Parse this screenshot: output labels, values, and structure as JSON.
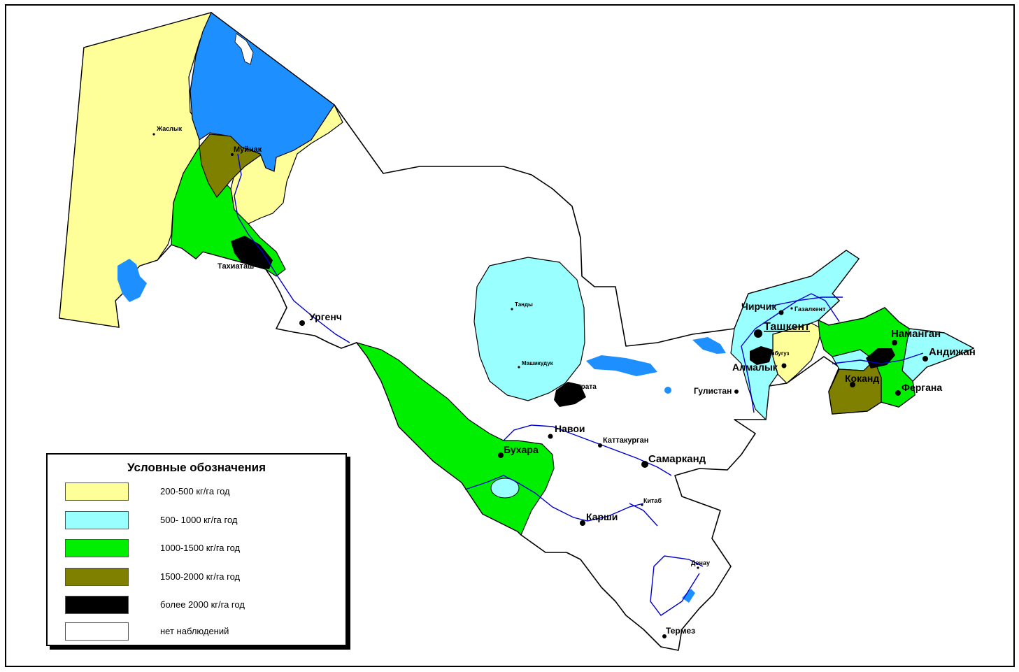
{
  "colors": {
    "c200_500": "#ffff99",
    "c500_1000": "#99ffff",
    "c1000_1500": "#00ee00",
    "c1500_2000": "#808000",
    "c_over2000": "#000000",
    "c_none": "#ffffff",
    "water": "#1e8fff",
    "river": "#0000cc"
  },
  "legend": {
    "title": "Условные обозначения",
    "items": [
      {
        "label": "200-500 кг/га год",
        "color": "#ffff99"
      },
      {
        "label": "500- 1000 кг/га год",
        "color": "#99ffff"
      },
      {
        "label": "1000-1500 кг/га год",
        "color": "#00ee00"
      },
      {
        "label": "1500-2000 кг/га год",
        "color": "#808000"
      },
      {
        "label": "более 2000 кг/га год",
        "color": "#000000"
      },
      {
        "label": "нет наблюдений",
        "color": "#ffffff"
      }
    ]
  },
  "cities": {
    "zhaslyk": "Жаслык",
    "muynak": "Муйнак",
    "takhiatash": "Тахиаташ",
    "urgench": "Ургенч",
    "tandy": "Танды",
    "mashikuduk": "Машикудук",
    "nurata": "Нурата",
    "navoi": "Навои",
    "kattakurgan": "Каттакурган",
    "bukhara": "Бухара",
    "samarkand": "Самарканд",
    "karshi": "Карши",
    "kitab": "Китаб",
    "denau": "Денау",
    "termez": "Термез",
    "chirchik": "Чирчик",
    "gazalkent": "Газалкент",
    "tashkent": "Ташкент",
    "tuyabuguz": "Туябугуз",
    "almalyk": "Алмалык",
    "gulistan": "Гулистан",
    "namangan": "Наманган",
    "andijan": "Андижан",
    "kokand": "Коканд",
    "fergana": "Фергана"
  }
}
